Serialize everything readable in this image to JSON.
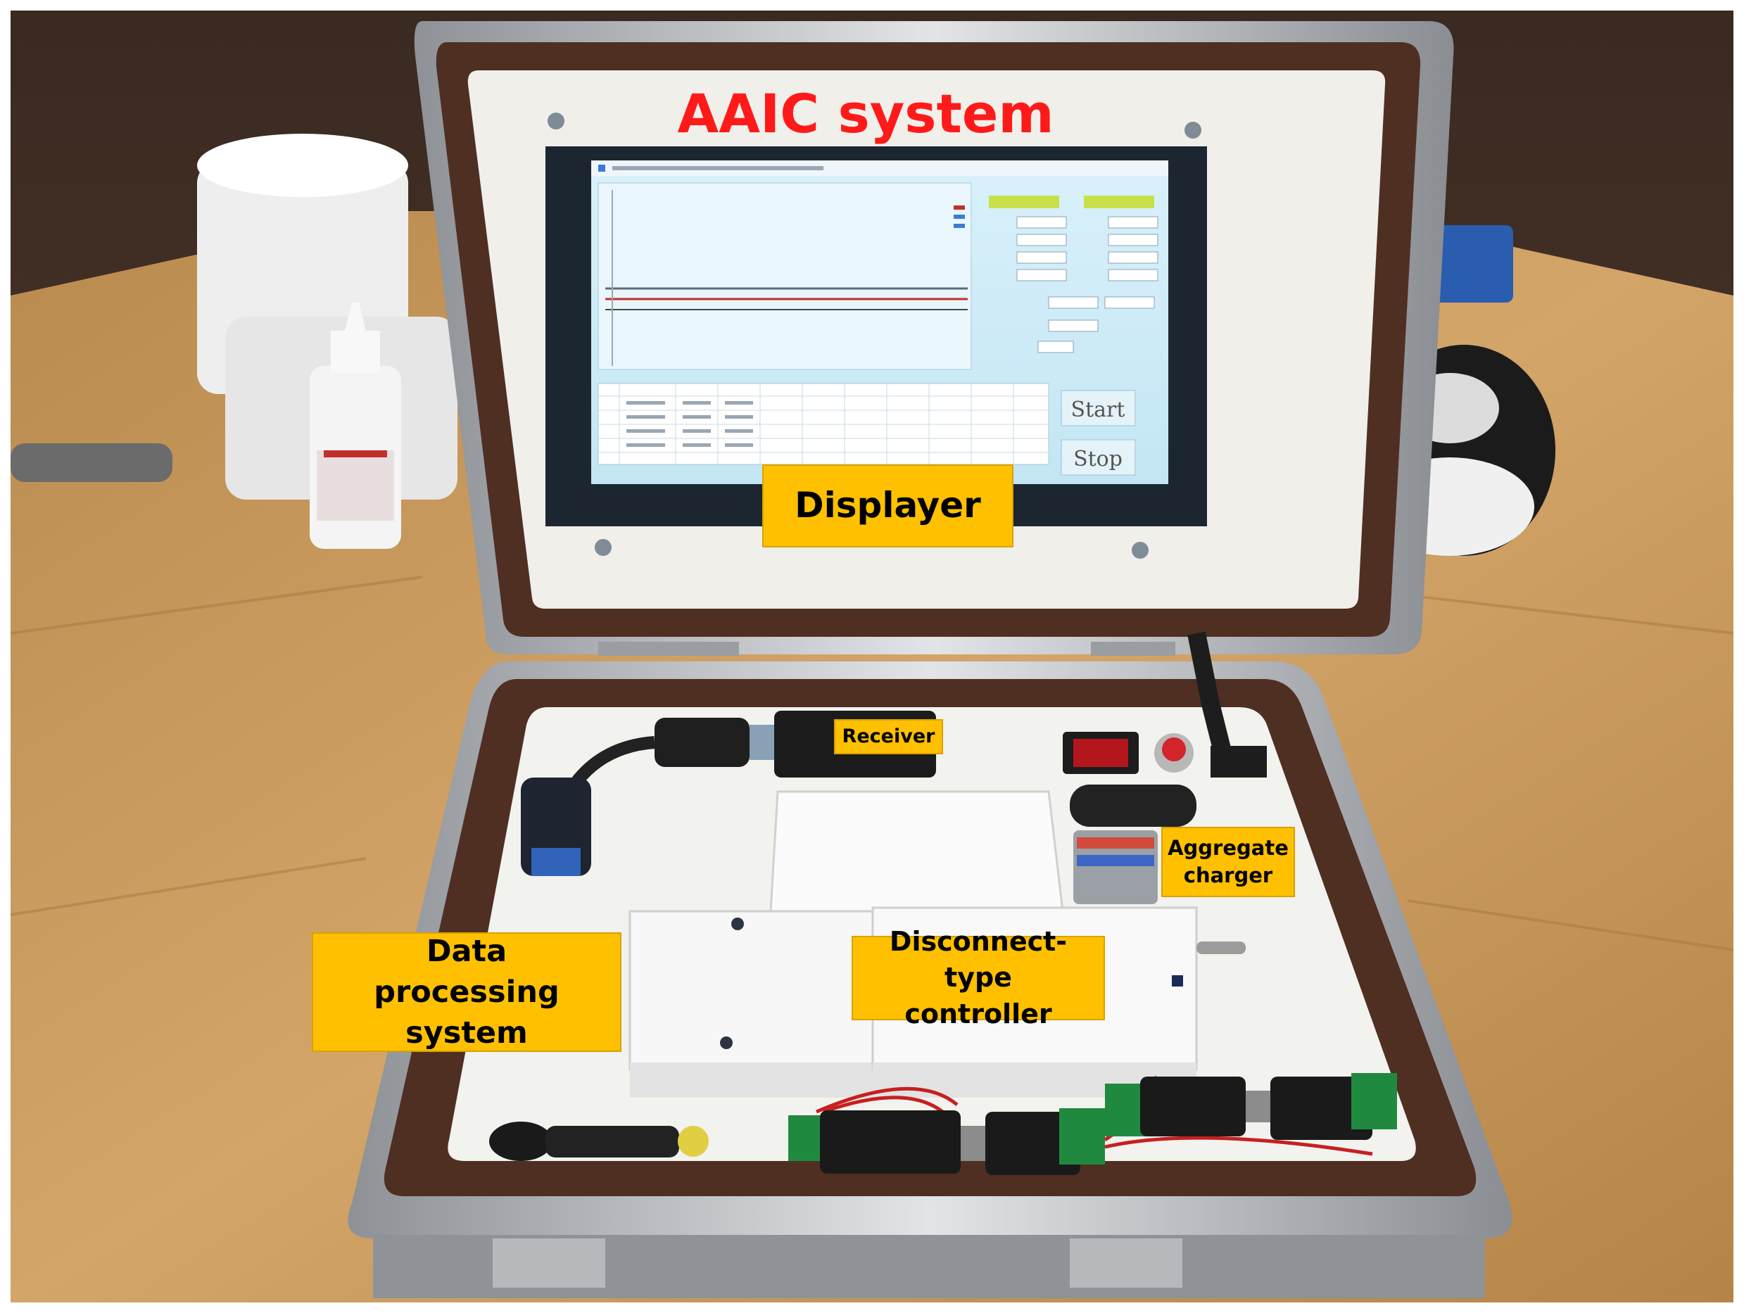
{
  "title": "AAIC system",
  "labels": {
    "displayer": "Displayer",
    "receiver": "Receiver",
    "aggregate_charger": "Aggregate charger",
    "data_processing": "Data processing system",
    "disconnect_controller": "Disconnect-type controller"
  },
  "screen": {
    "start_button": "Start",
    "stop_button": "Stop"
  },
  "colors": {
    "label_fill": "#FFC000",
    "title_text": "#FF1A1A",
    "case_trim": "#4a2a1e",
    "table_surface": "#c99656"
  },
  "icons": [
    "power-switch-icon",
    "push-button-icon",
    "usb-connector-icon",
    "dc-plug-icon"
  ]
}
